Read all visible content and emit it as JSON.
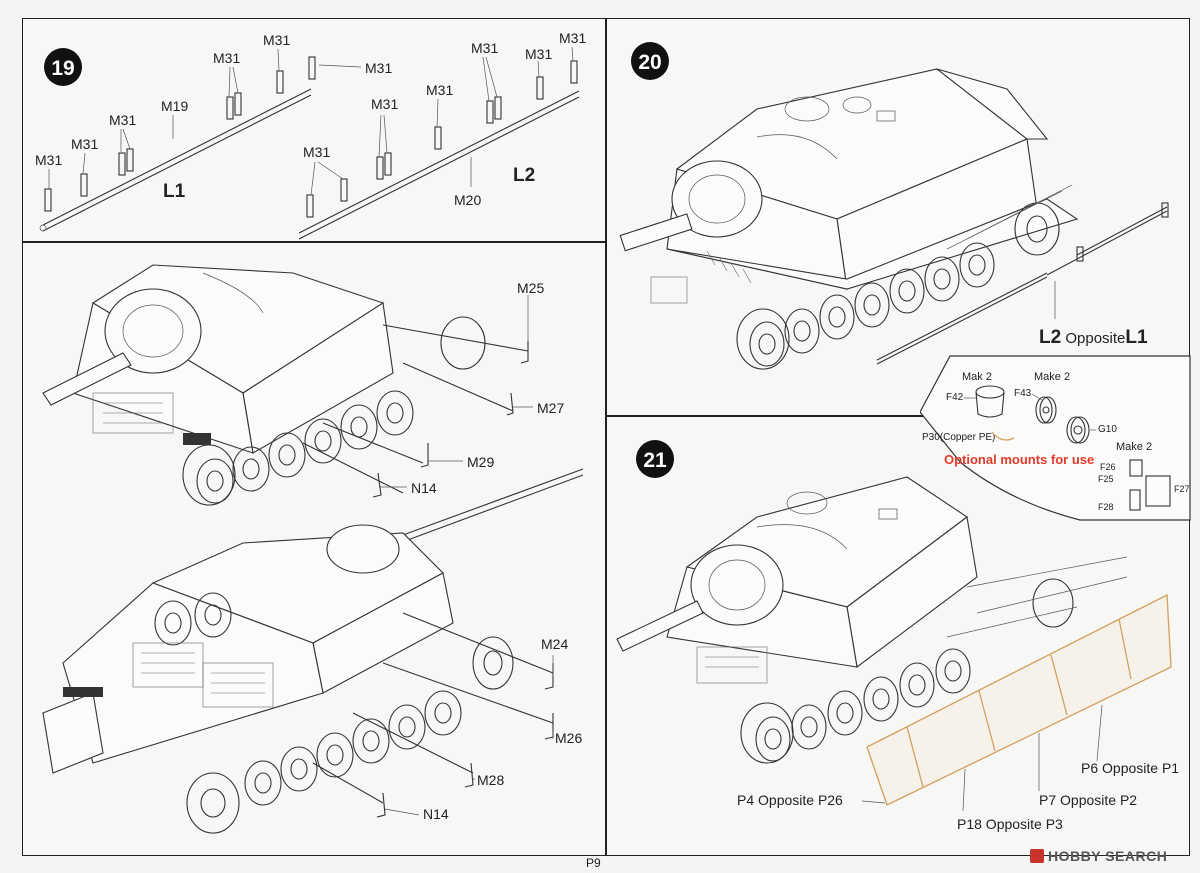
{
  "steps": {
    "s19": {
      "number": "19",
      "labels": {
        "m31": "M31",
        "m19": "M19",
        "m20": "M20",
        "l1": "L1",
        "l2": "L2"
      }
    },
    "s20": {
      "number": "20",
      "caption_l2": "L2",
      "caption_mid": " Opposite",
      "caption_l1": "L1"
    },
    "s21": {
      "number": "21",
      "callout": {
        "mak2": "Mak  2",
        "make2_a": "Make  2",
        "make2_b": "Make  2",
        "f42": "F42",
        "f43": "F43",
        "g10": "G10",
        "p30": "P30(Copper PE)",
        "f26": "F26",
        "f25": "F25",
        "f27": "F27",
        "f28": "F28",
        "optional": "Optional mounts for use"
      },
      "pe_labels": {
        "p6": "P6 Opposite P1",
        "p7": "P7 Opposite P2",
        "p18": "P18 Opposite P3",
        "p4": "P4 Opposite P26"
      }
    },
    "left": {
      "labels": {
        "m25": "M25",
        "m27": "M27",
        "m29": "M29",
        "n14a": "N14",
        "m24": "M24",
        "m26": "M26",
        "m28": "M28",
        "n14b": "N14"
      }
    }
  },
  "page_number": "P9",
  "watermark": {
    "brand": "HOBBY SEARCH"
  },
  "colors": {
    "pe_copper": "#d6a060",
    "optional_red": "#e23a2a",
    "badge": "#111111"
  }
}
